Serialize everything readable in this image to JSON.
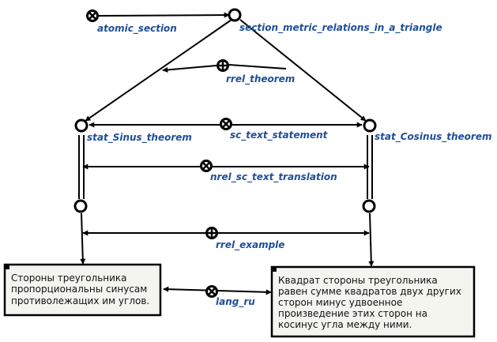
{
  "diagram": {
    "nodes": {
      "atomic_section": "atomic_section",
      "section_metric": "section_metric_relations_in_a_triangle",
      "rrel_theorem": "rrel_theorem",
      "stat_sinus": "stat_Sinus_theorem",
      "sc_text_statement": "sc_text_statement",
      "stat_cosinus": "stat_Cosinus_theorem",
      "nrel_translation": "nrel_sc_text_translation",
      "rrel_example": "rrel_example",
      "lang_ru": "lang_ru"
    },
    "texts": {
      "sinus_text": [
        "Стороны треугольника",
        "пропорциональны синусам",
        "противолежащих им углов."
      ],
      "cosinus_text": [
        "Квадрат стороны треугольника",
        "равен сумме квадратов двух других",
        "сторон минус удвоенное",
        "произведение этих сторон на",
        "косинус угла между ними."
      ]
    }
  }
}
